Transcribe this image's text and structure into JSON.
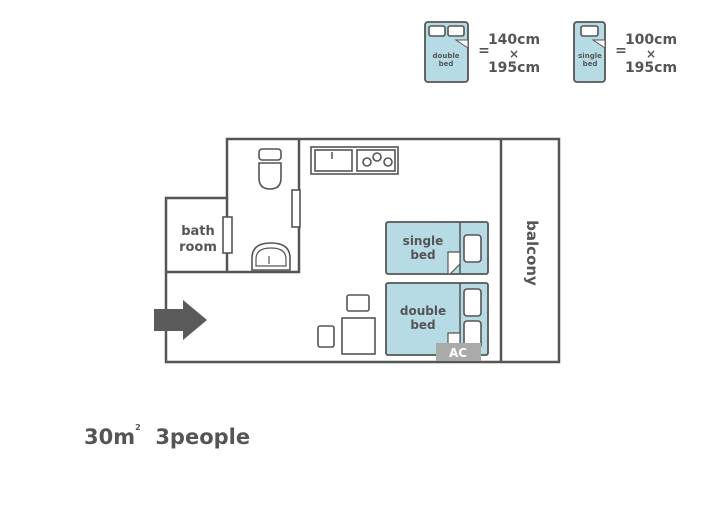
{
  "legend": {
    "double": {
      "icon_label_1": "double",
      "icon_label_2": "bed",
      "equals": "=",
      "width": "140cm",
      "times": "×",
      "length": "195cm"
    },
    "single": {
      "icon_label_1": "single",
      "icon_label_2": "bed",
      "equals": "=",
      "width": "100cm",
      "times": "×",
      "length": "195cm"
    }
  },
  "rooms": {
    "bathroom_1": "bath",
    "bathroom_2": "room",
    "balcony": "balcony",
    "single_bed_1": "single",
    "single_bed_2": "bed",
    "double_bed_1": "double",
    "double_bed_2": "bed",
    "ac": "AC"
  },
  "summary": {
    "area": "30m",
    "area_unit_sup": "2",
    "capacity": "3people"
  },
  "colors": {
    "wall": "#555555",
    "bed": "#b7dbe5",
    "ac": "#aaaaaa",
    "arrow": "#5a5a5a"
  }
}
